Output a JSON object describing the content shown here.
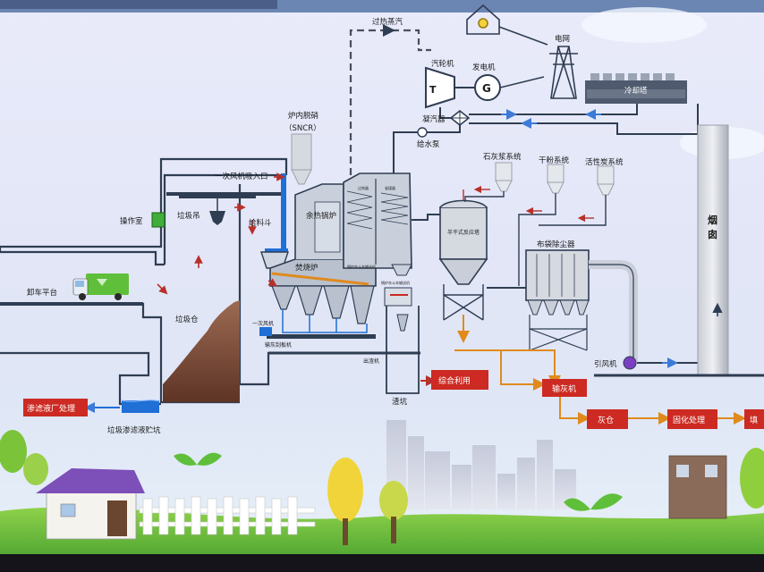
{
  "labels": {
    "superheated_steam": "过热蒸汽",
    "turbine": "汽轮机",
    "turbine_symbol": "T",
    "generator": "发电机",
    "generator_symbol": "G",
    "grid": "电网",
    "cooling_tower": "冷却塔",
    "condenser": "凝汽器",
    "feed_pump": "给水泵",
    "sncr_1": "炉内脱硝",
    "sncr_2": "（SNCR）",
    "primary_air_inlet": "一次风机吸入口",
    "control_room": "操作室",
    "crane": "垃圾吊",
    "feed_hopper": "给料斗",
    "waste_heat_boiler": "余热锅炉",
    "incinerator": "焚烧炉",
    "unload_platform": "卸车平台",
    "waste_pit": "垃圾仓",
    "primary_fan": "一次风机",
    "ash_conveyor": "输灰刮板机",
    "slag_machine": "出渣机",
    "slag_pit": "渣坑",
    "leachate_plant": "渗滤液厂处理",
    "leachate_pit": "垃圾渗滤液贮坑",
    "spray_tower": "半干式反应塔",
    "lime_system": "石灰浆系统",
    "powder_system": "干粉系统",
    "carbon_system": "活性炭系统",
    "baghouse": "布袋除尘器",
    "chimney": "烟囱",
    "induced_fan": "引风机",
    "boiler_ash_note": "锅炉灰斗灰输送机",
    "boiler_ash_note2": "锅炉灰斗灰输送机",
    "superheater_note": "过热器",
    "economizer_note": "省煤器"
  },
  "boxes": {
    "comprehensive_use": "综合利用",
    "ash_conveyor_box": "输灰机",
    "ash_silo": "灰仓",
    "solidification": "固化处理",
    "landfill_partial": "填"
  },
  "colors": {
    "pipe": "#2f3d52",
    "steam_dashed": "#4a4f5c",
    "flow_orange": "#e08a1e",
    "box_red": "#cc2a22",
    "water_blue": "#1f6fd6",
    "arrow_red": "#b8302a",
    "cool_blue": "#3d7bd6"
  }
}
